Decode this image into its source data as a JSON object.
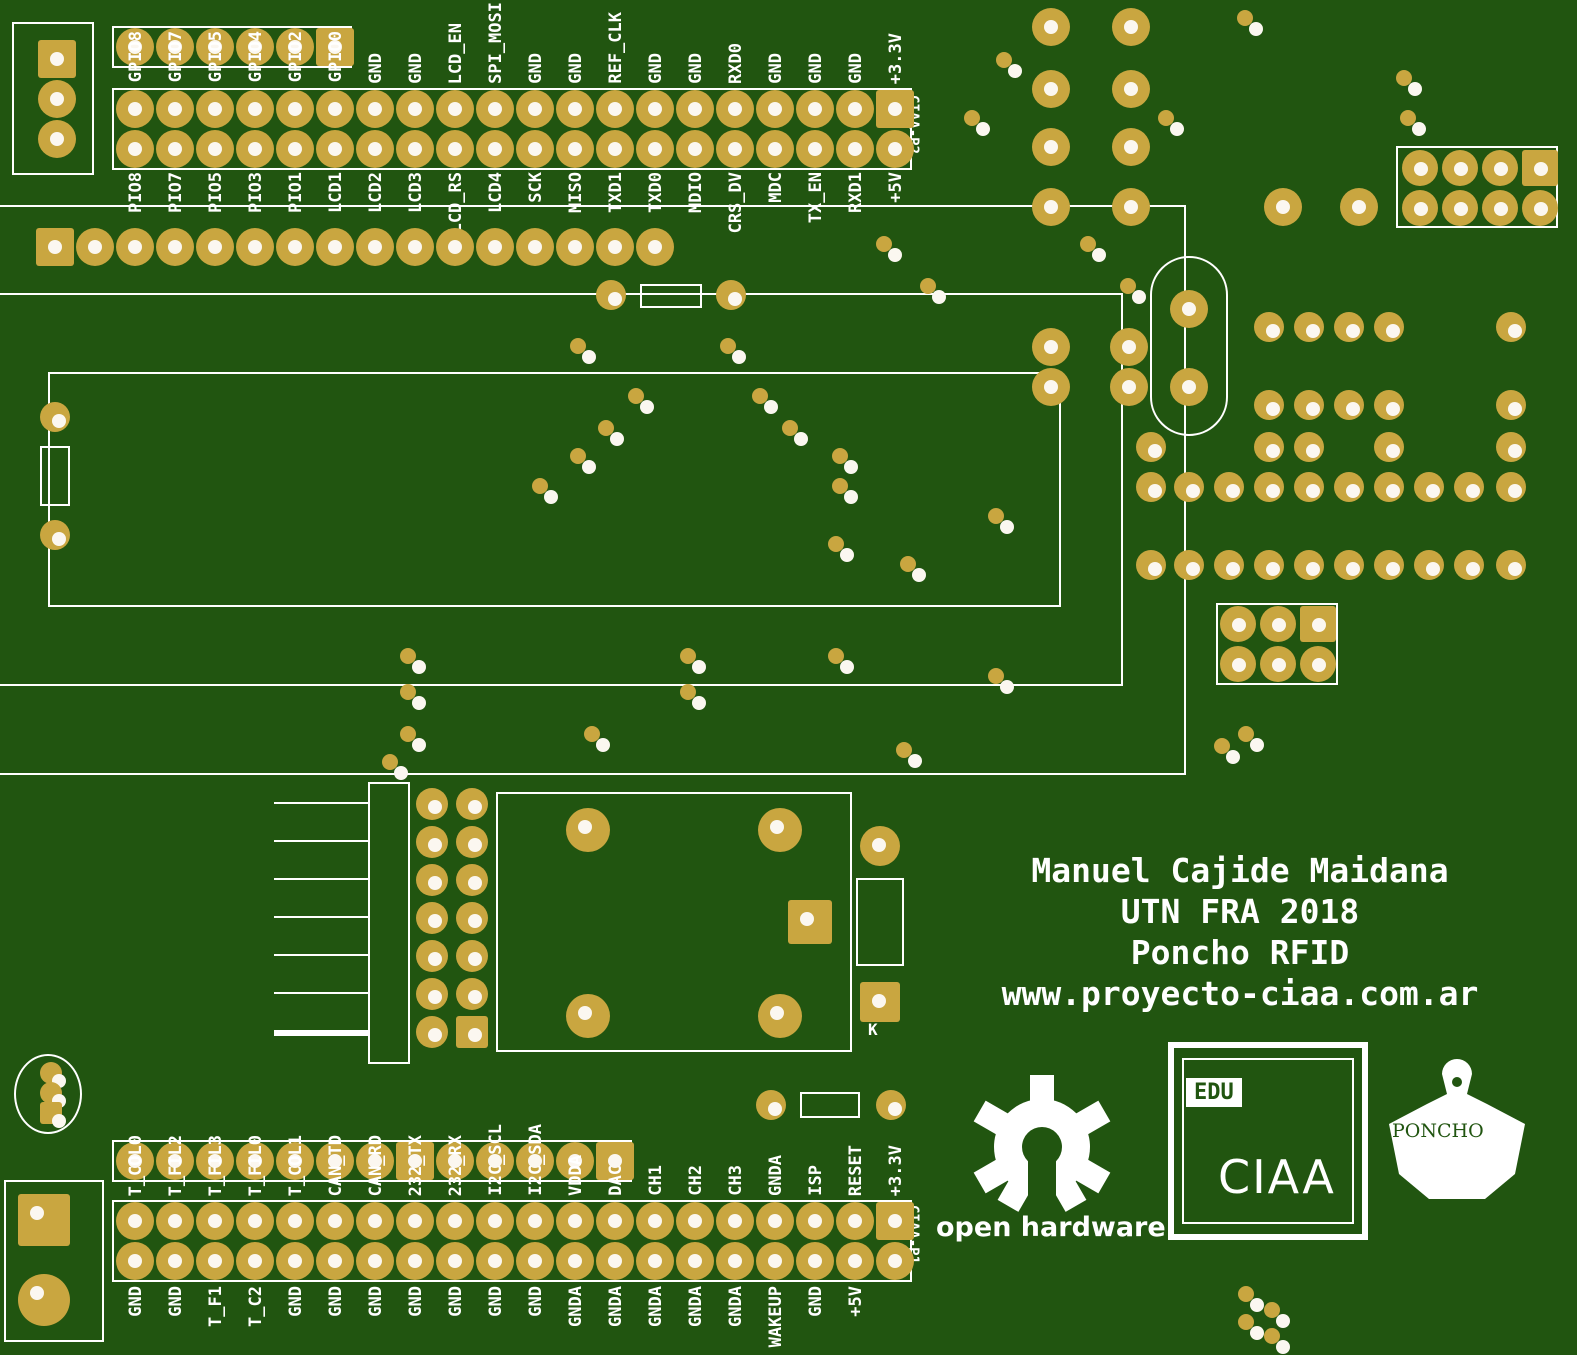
{
  "header_top": {
    "gpio_labels": [
      "GPIO8",
      "GPIO7",
      "GPIO5",
      "GPIO4",
      "GPIO2",
      "GPIO0"
    ],
    "upper_labels": [
      "GND",
      "GND",
      "LCD_EN",
      "SPI_MOSI",
      "GND",
      "GND",
      "REF_CLK",
      "GND",
      "GND",
      "RXD0",
      "GND",
      "GND",
      "GND",
      "+3.3V"
    ],
    "connector_name": "CIAA-P2",
    "lower_labels": [
      "PIO8",
      "PIO7",
      "PIO5",
      "PIO3",
      "PIO1",
      "LCD1",
      "LCD2",
      "LCD3",
      "LCD_RS",
      "LCD4",
      "SCK",
      "MISO",
      "TXD1",
      "TXD0",
      "MDIO",
      "CRS_DV",
      "MDC",
      "TX_EN",
      "RXD1",
      "+5V"
    ]
  },
  "header_bottom": {
    "upper_labels": [
      "T_COL0",
      "T_FIL2",
      "T_FIL3",
      "T_FIL0",
      "T_COL1",
      "CAN_TD",
      "CAN_RD",
      "232_TX",
      "232_RX",
      "I2C_SCL",
      "I2C_SDA",
      "VDDA",
      "DAC",
      "CH1",
      "CH2",
      "CH3",
      "GNDA",
      "ISP",
      "RESET",
      "+3.3V"
    ],
    "connector_name": "CIAA-P1",
    "lower_labels": [
      "GND",
      "GND",
      "T_F1",
      "T_C2",
      "GND",
      "GND",
      "GND",
      "GND",
      "GND",
      "GND",
      "GND",
      "GNDA",
      "GNDA",
      "GNDA",
      "GNDA",
      "GNDA",
      "WAKEUP",
      "GND",
      "+5V"
    ]
  },
  "credits": {
    "line1": "Manuel Cajide Maidana",
    "line2": "UTN FRA 2018",
    "line3": "Poncho RFID",
    "line4": "www.proyecto-ciaa.com.ar"
  },
  "logos": {
    "oshw": "open hardware",
    "edu_tag": "EDU",
    "ciaa": "CIAA",
    "poncho": "PONCHO"
  },
  "diode_marker": "K",
  "colors": {
    "board": "#215510",
    "pad": "#c9a640",
    "silkscreen": "#ffffff"
  }
}
